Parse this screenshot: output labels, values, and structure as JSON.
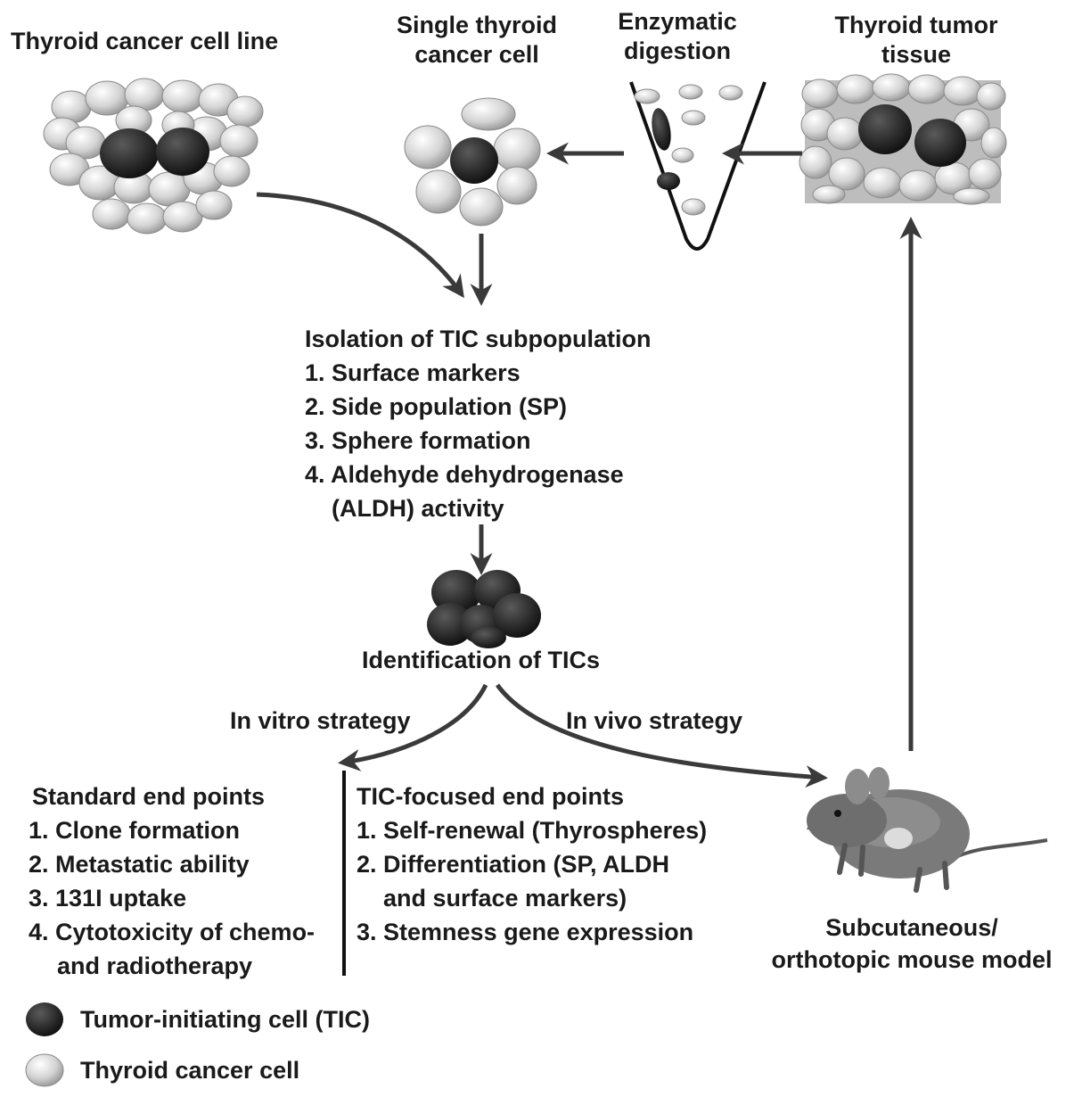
{
  "labels": {
    "cell_line": "Thyroid cancer cell line",
    "single_cell": [
      "Single thyroid",
      "cancer cell"
    ],
    "digestion": [
      "Enzymatic",
      "digestion"
    ],
    "tumor_tissue": [
      "Thyroid tumor",
      "tissue"
    ],
    "identification": "Identification of TICs",
    "in_vitro": "In vitro strategy",
    "in_vivo": "In vivo strategy",
    "mouse_model": [
      "Subcutaneous/",
      "orthotopic mouse model"
    ]
  },
  "isolation": {
    "title": "Isolation of TIC subpopulation",
    "items": [
      "1. Surface markers",
      "2. Side population (SP)",
      "3. Sphere formation",
      "4. Aldehyde dehydrogenase",
      "(ALDH) activity"
    ]
  },
  "standard": {
    "title": "Standard end points",
    "items": [
      "1. Clone formation",
      "2. Metastatic ability",
      "3. 131I uptake",
      "4. Cytotoxicity of chemo-",
      "and radiotherapy"
    ]
  },
  "tic_focused": {
    "title": "TIC-focused end points",
    "items": [
      "1. Self-renewal (Thyrospheres)",
      "2. Differentiation (SP, ALDH",
      "and surface markers)",
      "3. Stemness gene expression"
    ]
  },
  "legend": {
    "tic": "Tumor-initiating cell (TIC)",
    "cancer_cell": "Thyroid cancer cell"
  },
  "colors": {
    "tic": "#262626",
    "cancer_cell": "#cfcfcf",
    "arrow": "#3a3a3a"
  }
}
